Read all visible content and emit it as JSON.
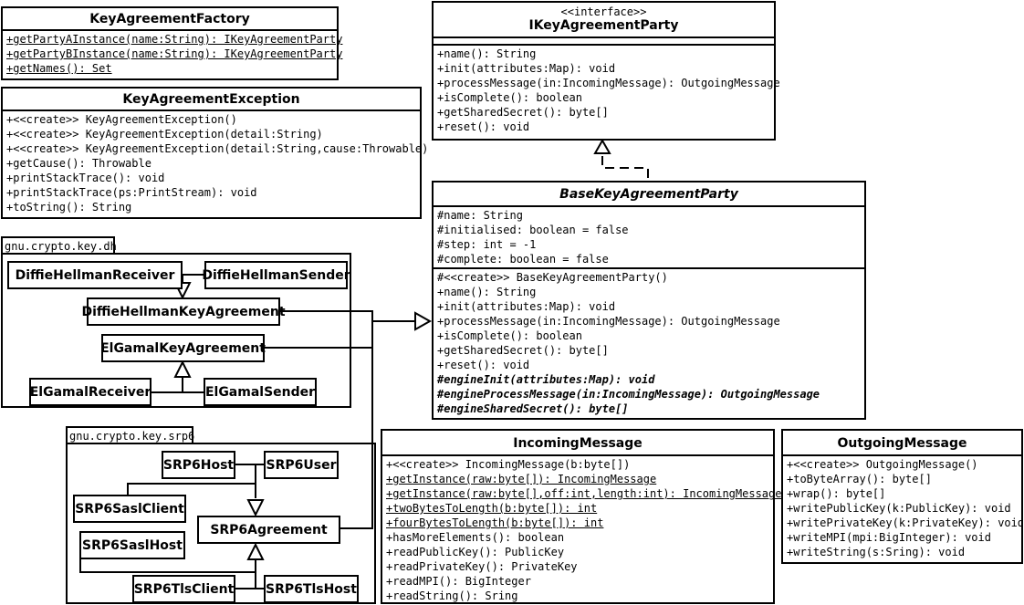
{
  "key_agreement_factory": {
    "name": "KeyAgreementFactory",
    "operations": [
      "+getPartyAInstance(name:String): IKeyAgreementParty",
      "+getPartyBInstance(name:String): IKeyAgreementParty",
      "+getNames(): Set"
    ]
  },
  "key_agreement_exception": {
    "name": "KeyAgreementException",
    "operations": [
      "+<<create>> KeyAgreementException()",
      "+<<create>> KeyAgreementException(detail:String)",
      "+<<create>> KeyAgreementException(detail:String,cause:Throwable)",
      "+getCause(): Throwable",
      "+printStackTrace(): void",
      "+printStackTrace(ps:PrintStream): void",
      "+toString(): String"
    ]
  },
  "ikey_agreement_party": {
    "stereotype": "<<interface>>",
    "name": "IKeyAgreementParty",
    "operations": [
      "+name(): String",
      "+init(attributes:Map): void",
      "+processMessage(in:IncomingMessage): OutgoingMessage",
      "+isComplete(): boolean",
      "+getSharedSecret(): byte[]",
      "+reset(): void"
    ]
  },
  "base_key_agreement_party": {
    "name": "BaseKeyAgreementParty",
    "attributes": [
      "#name: String",
      "#initialised: boolean = false",
      "#step: int = -1",
      "#complete: boolean = false"
    ],
    "operations": [
      "#<<create>> BaseKeyAgreementParty()",
      "+name(): String",
      "+init(attributes:Map): void",
      "+processMessage(in:IncomingMessage): OutgoingMessage",
      "+isComplete(): boolean",
      "+getSharedSecret(): byte[]",
      "+reset(): void"
    ],
    "abstract_operations": [
      "#engineInit(attributes:Map): void",
      "#engineProcessMessage(in:IncomingMessage): OutgoingMessage",
      "#engineSharedSecret(): byte[]"
    ]
  },
  "incoming_message": {
    "name": "IncomingMessage",
    "operations": [
      "+<<create>> IncomingMessage(b:byte[])"
    ],
    "static_operations": [
      "+getInstance(raw:byte[]): IncomingMessage",
      "+getInstance(raw:byte[],off:int,length:int): IncomingMessage",
      "+twoBytesToLength(b:byte[]): int",
      "+fourBytesToLength(b:byte[]): int"
    ],
    "more_operations": [
      "+hasMoreElements(): boolean",
      "+readPublicKey(): PublicKey",
      "+readPrivateKey(): PrivateKey",
      "+readMPI(): BigInteger",
      "+readString(): Sring"
    ]
  },
  "outgoing_message": {
    "name": "OutgoingMessage",
    "operations": [
      "+<<create>> OutgoingMessage()",
      "+toByteArray(): byte[]",
      "+wrap(): byte[]",
      "+writePublicKey(k:PublicKey): void",
      "+writePrivateKey(k:PrivateKey): void",
      "+writeMPI(mpi:BigInteger): void",
      "+writeString(s:Sring): void"
    ]
  },
  "dh_package": {
    "name": "gnu.crypto.key.dh",
    "classes": {
      "receiver": "DiffieHellmanReceiver",
      "sender": "DiffieHellmanSender",
      "agreement": "DiffieHellmanKeyAgreement",
      "elgamal_agreement": "ElGamalKeyAgreement",
      "elgamal_receiver": "ElGamalReceiver",
      "elgamal_sender": "ElGamalSender"
    }
  },
  "srp6_package": {
    "name": "gnu.crypto.key.srp6",
    "classes": {
      "host": "SRP6Host",
      "user": "SRP6User",
      "sasl_client": "SRP6SaslClient",
      "agreement": "SRP6Agreement",
      "sasl_host": "SRP6SaslHost",
      "tls_client": "SRP6TlsClient",
      "tls_host": "SRP6TlsHost"
    }
  }
}
